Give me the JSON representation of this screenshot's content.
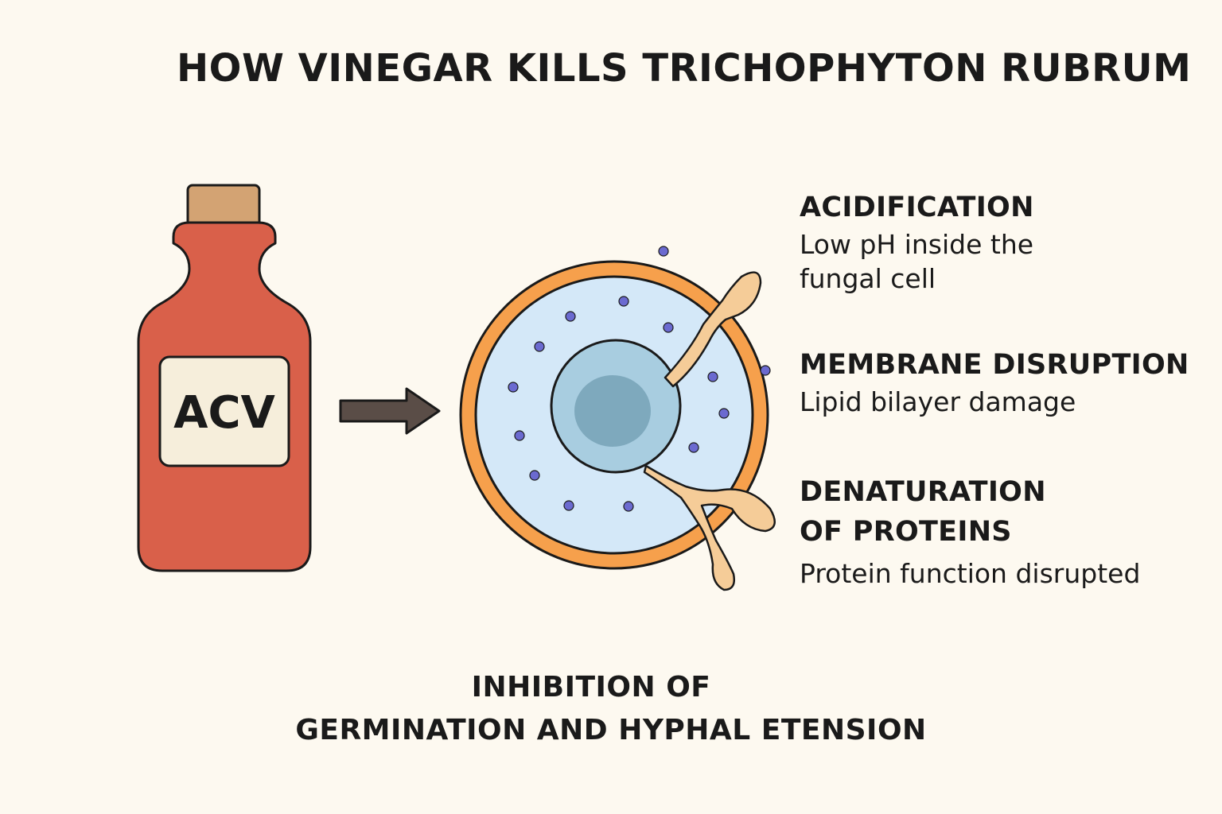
{
  "title": "HOW VINEGAR KILLS TRICHOPHYTON RUBRUM",
  "bottle": {
    "label": "ACV"
  },
  "steps": [
    {
      "heading": "ACIDIFICATION",
      "description": "Low pH inside the\nfungal cell"
    },
    {
      "heading": "MEMBRANE DISRUPTION",
      "description": "Lipid bilayer damage"
    },
    {
      "heading": "DENATURATION\nOF PROTEINS",
      "description": "Protein function disrupted"
    }
  ],
  "footer": {
    "line1": "INHIBITION OF",
    "line2": "GERMINATION AND HYPHAL ETENSION"
  },
  "colors": {
    "background": "#fdf9f0",
    "bottle": "#d9604a",
    "cork": "#d3a373",
    "label_background": "#f6eedb",
    "arrow": "#5a4d47",
    "cell_wall": "#f6a04c",
    "cytoplasm": "#d4e8f8",
    "nucleus": "#a8cde0",
    "nucleolus": "#7ea9bd",
    "hyphae": "#f5cc98",
    "particles": "#6b6ad0"
  }
}
